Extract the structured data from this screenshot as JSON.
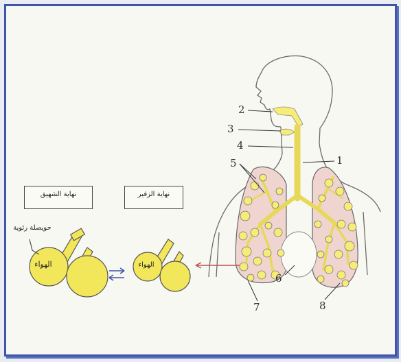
{
  "labels": {
    "inhale_end": "نهاية الشهيق",
    "exhale_end": "نهاية الزفير",
    "alveolus": "حويصلة رئوية",
    "air_left": "الهواء",
    "air_right": "الهواء"
  },
  "numbers": {
    "n1": "1",
    "n2": "2",
    "n3": "3",
    "n4": "4",
    "n5": "5",
    "n6": "6",
    "n7": "7",
    "n8": "8"
  },
  "colors": {
    "frame": "#3f55a8",
    "alveolus_fill": "#f2e65a",
    "airway": "#f6ec78",
    "lung_tissue": "#f0d4d0",
    "arrow_blue": "#3f55a8",
    "arrow_red": "#c0504d"
  }
}
